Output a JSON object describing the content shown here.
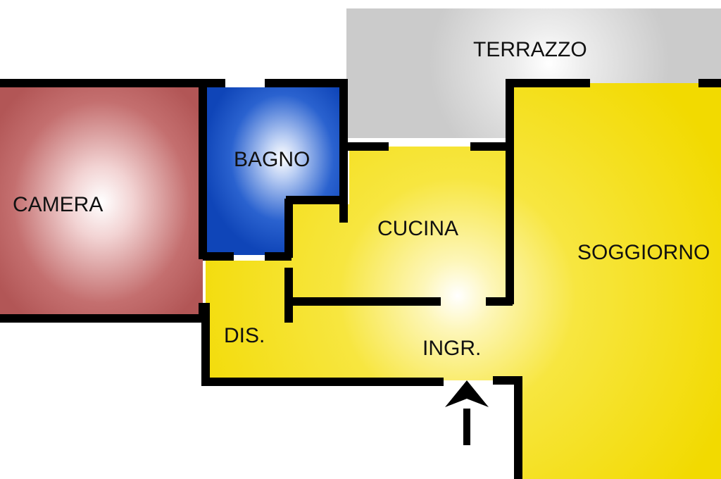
{
  "rooms": {
    "terrazzo": "TERRAZZO",
    "bagno": "BAGNO",
    "camera": "CAMERA",
    "cucina": "CUCINA",
    "soggiorno": "SOGGIORNO",
    "dis": "DIS.",
    "ingresso": "INGR."
  },
  "colors": {
    "terrace": "#cccccc",
    "camera": "#b55a5a",
    "bagno": "#1550c0",
    "living": "#f4de00",
    "wall": "#000000"
  },
  "icons": {
    "entrance": "arrow-up-icon"
  }
}
